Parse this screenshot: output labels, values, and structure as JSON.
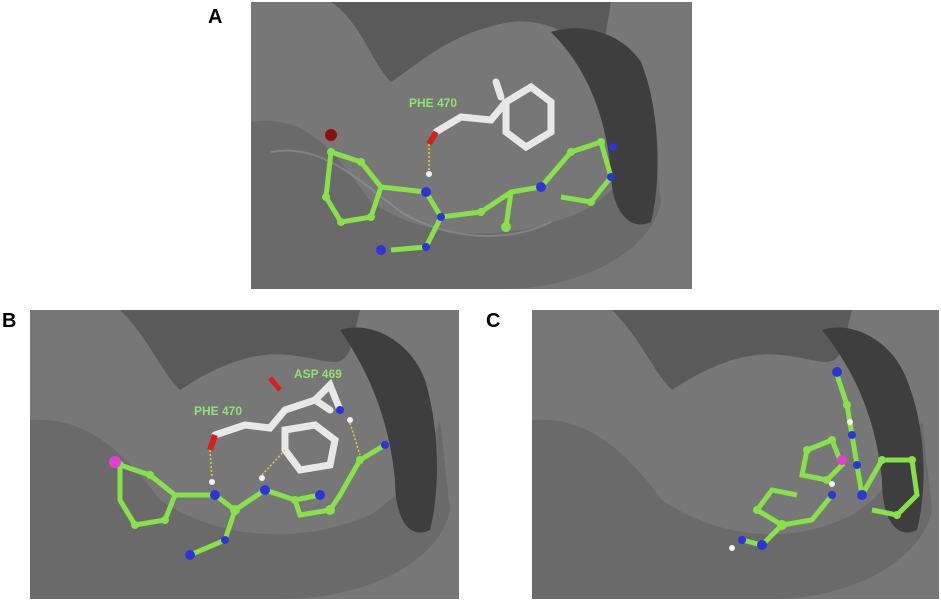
{
  "panels": [
    {
      "letter": "A",
      "labels": [
        "PHE 470"
      ]
    },
    {
      "letter": "B",
      "labels": [
        "ASP 469",
        "PHE 470"
      ]
    },
    {
      "letter": "C",
      "labels": []
    }
  ],
  "colors": {
    "surface": "#6e6e6e",
    "surface_dark": "#4b4b4b",
    "surface_light": "#8a8a8a",
    "carbon": "#88e04a",
    "nitrogen": "#2e35d6",
    "oxygen": "#d62020",
    "hydrogen": "#f2f2f2",
    "protein_stick": "#e8e8e8",
    "bromine": "#8b1010",
    "fluorine": "#e040d0",
    "label": "#8fe36f"
  }
}
